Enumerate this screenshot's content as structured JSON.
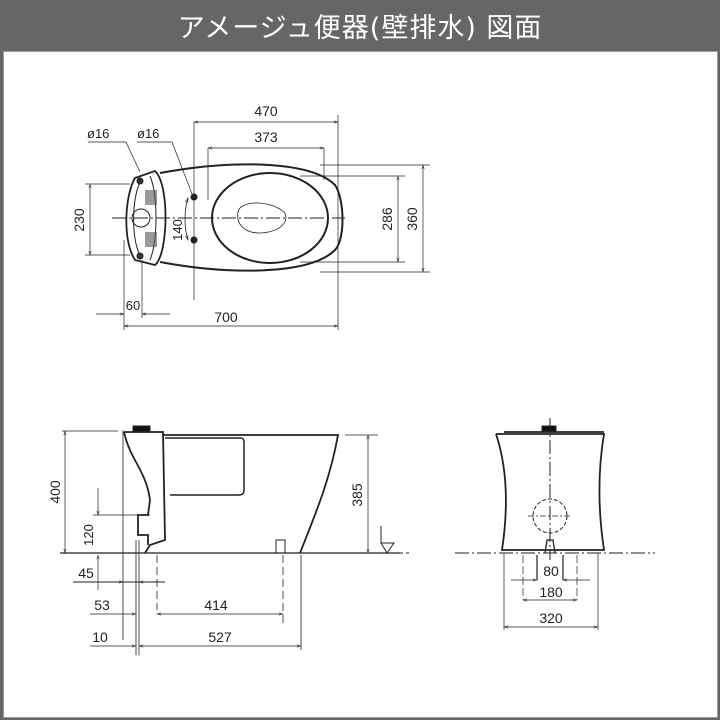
{
  "header": {
    "title": "アメージュ便器(壁排水) 図面"
  },
  "colors": {
    "frame": "#666666",
    "line": "#222222",
    "background": "#ffffff"
  },
  "top_view": {
    "labels": {
      "dia_left": "ø16",
      "dia_right": "ø16",
      "width_470": "470",
      "width_373": "373",
      "height_230": "230",
      "height_140": "140",
      "height_286": "286",
      "height_360": "360",
      "depth_60": "60",
      "length_700": "700"
    }
  },
  "side_view": {
    "labels": {
      "height_400": "400",
      "height_385": "385",
      "height_120": "120",
      "offset_45": "45",
      "offset_53": "53",
      "length_414": "414",
      "offset_10": "10",
      "length_527": "527"
    },
    "floor_symbol": "floor-level-icon"
  },
  "front_view": {
    "labels": {
      "width_80": "80",
      "width_180": "180",
      "width_320": "320"
    }
  }
}
